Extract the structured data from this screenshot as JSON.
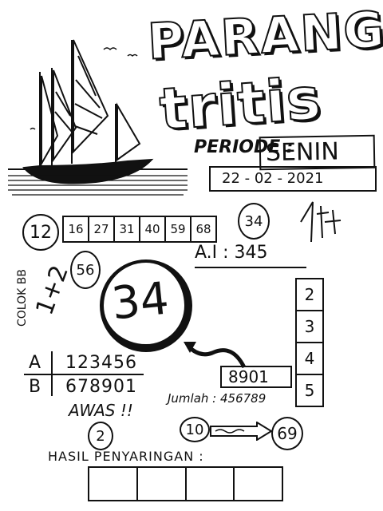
{
  "header": {
    "title_line1": "PARANG",
    "title_line2": "tritis"
  },
  "periode": {
    "label": "PERIODE :",
    "day": "SENIN",
    "date": "22 - 02 - 2021"
  },
  "bbfs": {
    "circled": "12",
    "values": [
      "16",
      "27",
      "31",
      "40",
      "59",
      "68"
    ]
  },
  "small_circle_right": "34",
  "ai": {
    "label": "A.I",
    "value": ": 345"
  },
  "circle_56": "56",
  "colok_bb": {
    "label": "COLOK BB",
    "value": "1+2"
  },
  "main_number": "34",
  "side_column": [
    "2",
    "3",
    "4",
    "5"
  ],
  "arrow_box": "8901",
  "ab": {
    "a_label": "A",
    "a_value": "123456",
    "b_label": "B",
    "b_value": "678901"
  },
  "awas": "AWAS !!",
  "circle_2": "2",
  "jumlah": "Jumlah : 456789",
  "shio": {
    "from": "10",
    "to": "69"
  },
  "hasil": {
    "label": "HASIL PENYARINGAN :",
    "cells": 4
  },
  "colors": {
    "ink": "#111111",
    "paper": "#ffffff"
  }
}
